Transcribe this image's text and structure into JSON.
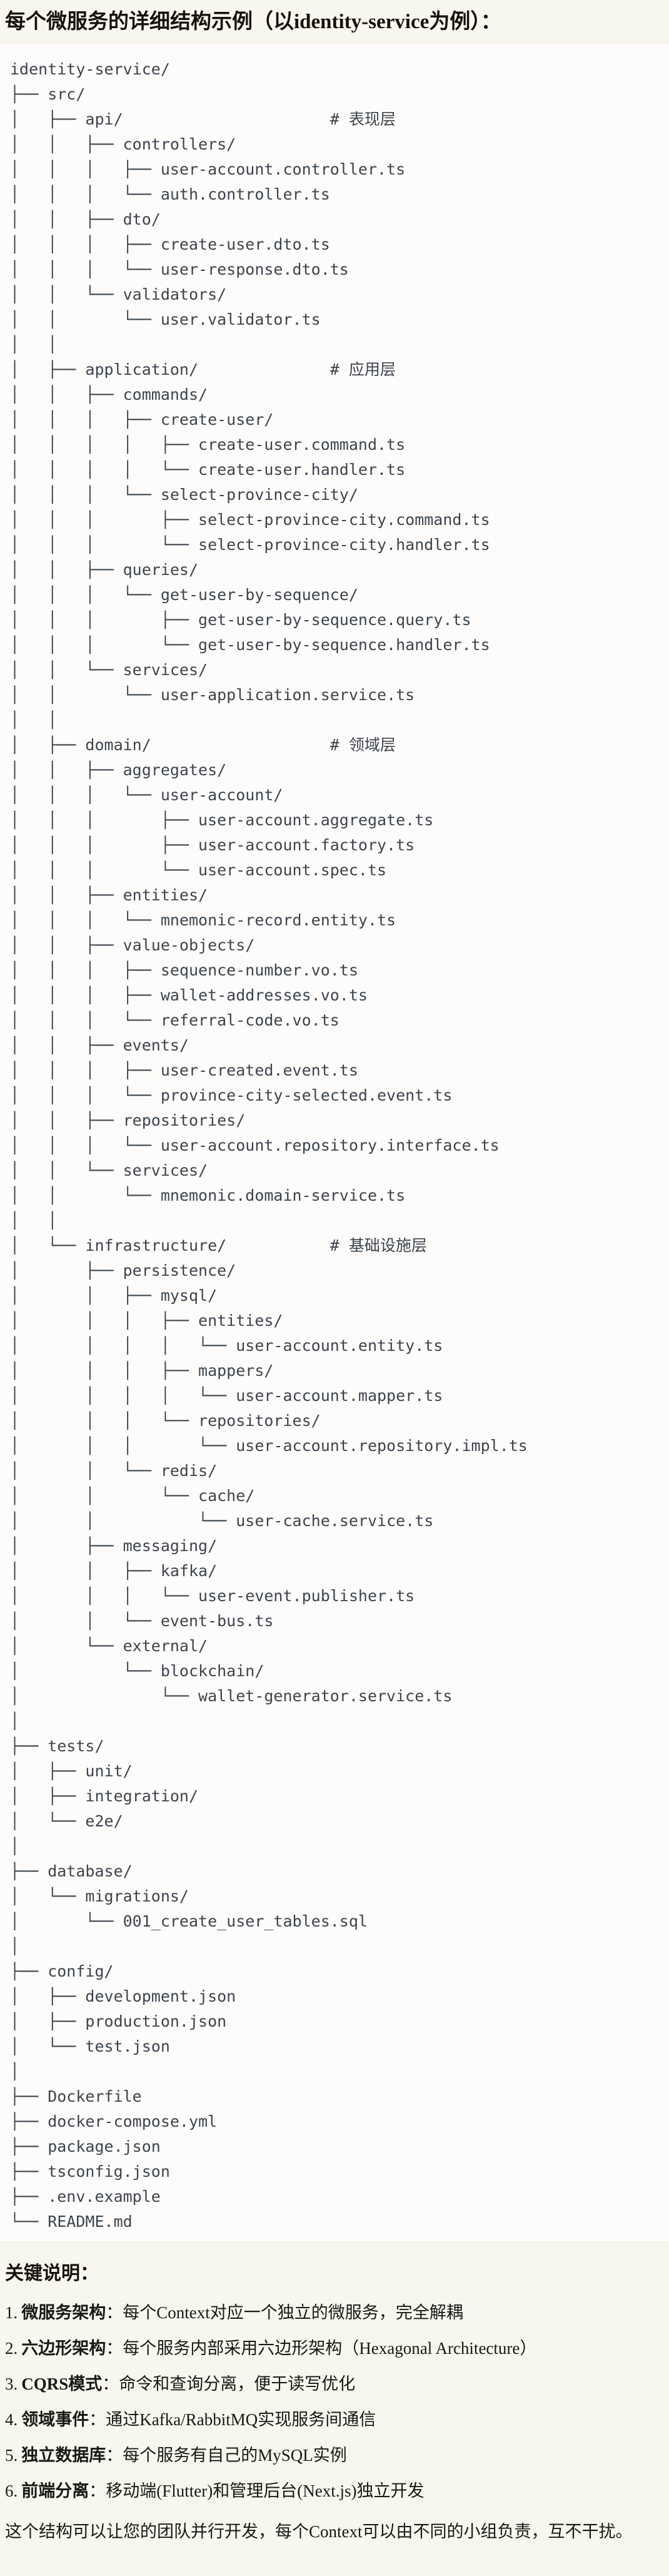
{
  "page": {
    "title": "每个微服务的详细结构示例（以identity-service为例）："
  },
  "colors": {
    "page_bg": "#f7f6ef",
    "code_block_bg": "#fdfcfa",
    "divider": "#eceadf",
    "tree_text": "#3d444d",
    "body_text": "#1a1814"
  },
  "tree": {
    "lines": [
      "identity-service/",
      "├── src/",
      "│   ├── api/                      # 表现层",
      "│   │   ├── controllers/",
      "│   │   │   ├── user-account.controller.ts",
      "│   │   │   └── auth.controller.ts",
      "│   │   ├── dto/",
      "│   │   │   ├── create-user.dto.ts",
      "│   │   │   └── user-response.dto.ts",
      "│   │   └── validators/",
      "│   │       └── user.validator.ts",
      "│   │",
      "│   ├── application/              # 应用层",
      "│   │   ├── commands/",
      "│   │   │   ├── create-user/",
      "│   │   │   │   ├── create-user.command.ts",
      "│   │   │   │   └── create-user.handler.ts",
      "│   │   │   └── select-province-city/",
      "│   │   │       ├── select-province-city.command.ts",
      "│   │   │       └── select-province-city.handler.ts",
      "│   │   ├── queries/",
      "│   │   │   └── get-user-by-sequence/",
      "│   │   │       ├── get-user-by-sequence.query.ts",
      "│   │   │       └── get-user-by-sequence.handler.ts",
      "│   │   └── services/",
      "│   │       └── user-application.service.ts",
      "│   │",
      "│   ├── domain/                   # 领域层",
      "│   │   ├── aggregates/",
      "│   │   │   └── user-account/",
      "│   │   │       ├── user-account.aggregate.ts",
      "│   │   │       ├── user-account.factory.ts",
      "│   │   │       └── user-account.spec.ts",
      "│   │   ├── entities/",
      "│   │   │   └── mnemonic-record.entity.ts",
      "│   │   ├── value-objects/",
      "│   │   │   ├── sequence-number.vo.ts",
      "│   │   │   ├── wallet-addresses.vo.ts",
      "│   │   │   └── referral-code.vo.ts",
      "│   │   ├── events/",
      "│   │   │   ├── user-created.event.ts",
      "│   │   │   └── province-city-selected.event.ts",
      "│   │   ├── repositories/",
      "│   │   │   └── user-account.repository.interface.ts",
      "│   │   └── services/",
      "│   │       └── mnemonic.domain-service.ts",
      "│   │",
      "│   └── infrastructure/           # 基础设施层",
      "│       ├── persistence/",
      "│       │   ├── mysql/",
      "│       │   │   ├── entities/",
      "│       │   │   │   └── user-account.entity.ts",
      "│       │   │   ├── mappers/",
      "│       │   │   │   └── user-account.mapper.ts",
      "│       │   │   └── repositories/",
      "│       │   │       └── user-account.repository.impl.ts",
      "│       │   └── redis/",
      "│       │       └── cache/",
      "│       │           └── user-cache.service.ts",
      "│       ├── messaging/",
      "│       │   ├── kafka/",
      "│       │   │   └── user-event.publisher.ts",
      "│       │   └── event-bus.ts",
      "│       └── external/",
      "│           └── blockchain/",
      "│               └── wallet-generator.service.ts",
      "│",
      "├── tests/",
      "│   ├── unit/",
      "│   ├── integration/",
      "│   └── e2e/",
      "│",
      "├── database/",
      "│   └── migrations/",
      "│       └── 001_create_user_tables.sql",
      "│",
      "├── config/",
      "│   ├── development.json",
      "│   ├── production.json",
      "│   └── test.json",
      "│",
      "├── Dockerfile",
      "├── docker-compose.yml",
      "├── package.json",
      "├── tsconfig.json",
      "├── .env.example",
      "└── README.md"
    ]
  },
  "notes": {
    "heading": "关键说明：",
    "items": [
      {
        "num": "1.",
        "label": "微服务架构",
        "text": "：每个Context对应一个独立的微服务，完全解耦"
      },
      {
        "num": "2.",
        "label": "六边形架构",
        "text": "：每个服务内部采用六边形架构（Hexagonal Architecture）"
      },
      {
        "num": "3.",
        "label": "CQRS模式",
        "text": "：命令和查询分离，便于读写优化"
      },
      {
        "num": "4.",
        "label": "领域事件",
        "text": "：通过Kafka/RabbitMQ实现服务间通信"
      },
      {
        "num": "5.",
        "label": "独立数据库",
        "text": "：每个服务有自己的MySQL实例"
      },
      {
        "num": "6.",
        "label": "前端分离",
        "text": "：移动端(Flutter)和管理后台(Next.js)独立开发"
      }
    ],
    "footer": "这个结构可以让您的团队并行开发，每个Context可以由不同的小组负责，互不干扰。"
  }
}
